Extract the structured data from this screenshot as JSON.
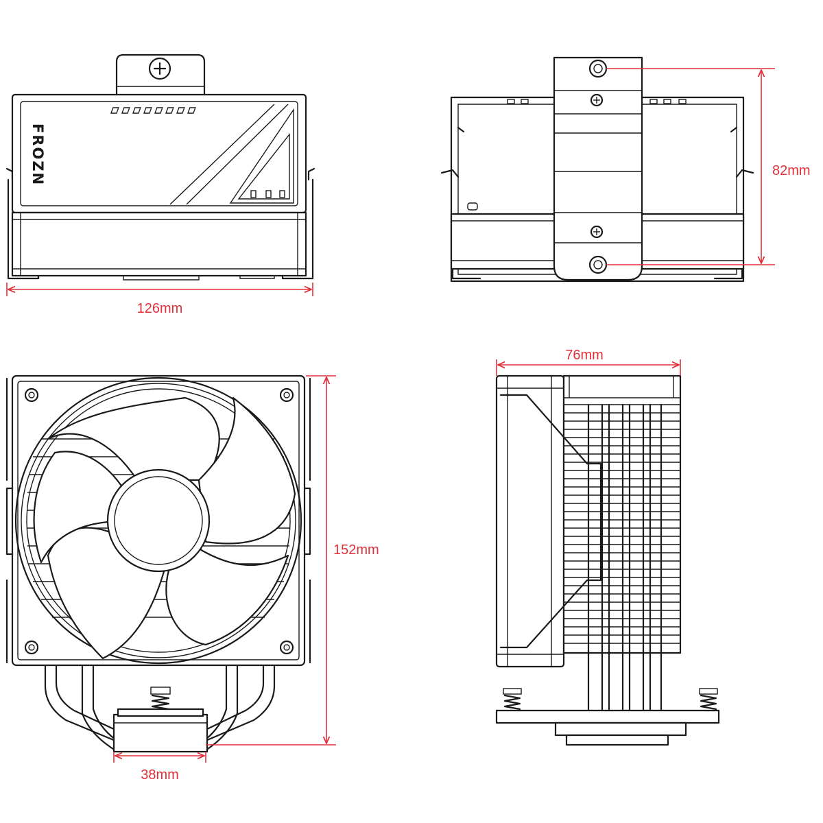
{
  "brand": {
    "logo_text": "FROZN"
  },
  "dimensions": {
    "width": "126mm",
    "depth": "82mm",
    "fan_depth": "76mm",
    "height": "152mm",
    "base": "38mm"
  },
  "colors": {
    "dimension": "#e0303a",
    "line": "#1a1a1a",
    "background": "#ffffff"
  },
  "views": [
    "top-view",
    "side-top-view",
    "front-view",
    "side-view"
  ]
}
